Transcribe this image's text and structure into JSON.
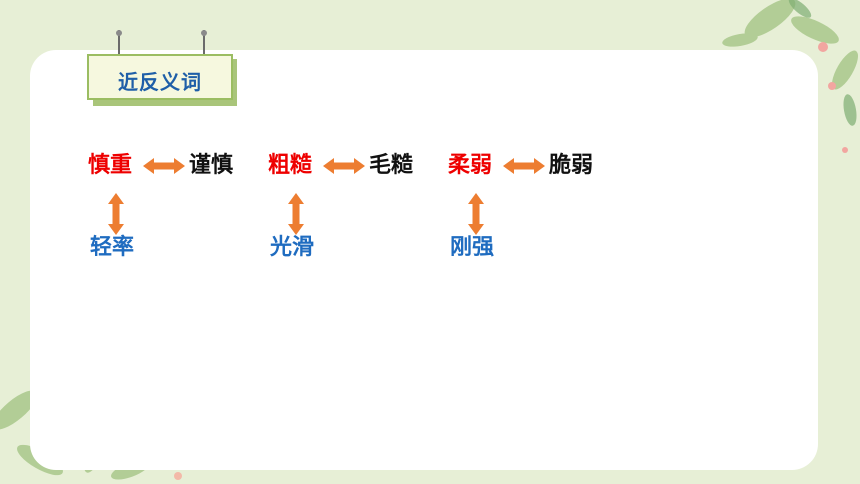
{
  "title": "近反义词",
  "colors": {
    "background": "#e7efd6",
    "card": "#ffffff",
    "antonym_text": "#ee0000",
    "synonym_text": "#111111",
    "opposite_text": "#1f6cc0",
    "arrow": "#ed7d31",
    "title_text": "#1f5fa8"
  },
  "groups": [
    {
      "word": "慎重",
      "synonym": "谨慎",
      "antonym": "轻率"
    },
    {
      "word": "粗糙",
      "synonym": "毛糙",
      "antonym": "光滑"
    },
    {
      "word": "柔弱",
      "synonym": "脆弱",
      "antonym": "刚强"
    }
  ],
  "icons": [
    "double-headed-horizontal-arrow-icon",
    "double-headed-vertical-arrow-icon",
    "floral-decoration-icon"
  ]
}
